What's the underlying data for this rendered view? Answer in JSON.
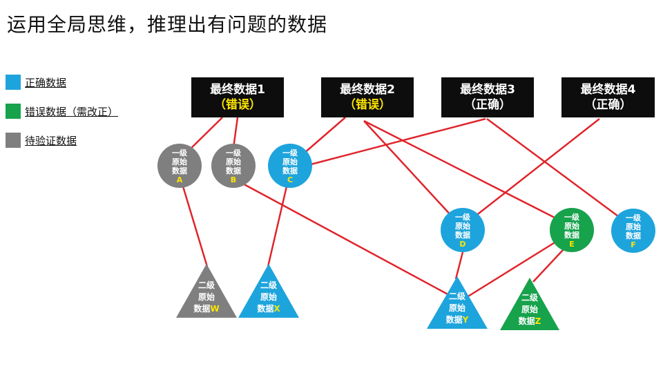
{
  "title": "运用全局思维，推理出有问题的数据",
  "colors": {
    "blue": "#1ea4dc",
    "green": "#17a24c",
    "gray": "#7f7f7f",
    "black": "#0d0d0d",
    "line": "#e0242b",
    "yellow": "#ffe600"
  },
  "legend": [
    {
      "label": "正确数据",
      "color": "#1ea4dc"
    },
    {
      "label": "错误数据（需改正）",
      "color": "#17a24c"
    },
    {
      "label": "待验证数据",
      "color": "#7f7f7f"
    }
  ],
  "final_data": [
    {
      "label": "最终数据1",
      "status": "（错误）",
      "status_color": "#ffe600"
    },
    {
      "label": "最终数据2",
      "status": "（错误）",
      "status_color": "#ffe600"
    },
    {
      "label": "最终数据3",
      "status": "（正确）",
      "status_color": "#ffffff"
    },
    {
      "label": "最终数据4",
      "status": "（正确）",
      "status_color": "#ffffff"
    }
  ],
  "level1": [
    {
      "l1": "一级",
      "l2": "原始",
      "l3": "数据",
      "letter": "A",
      "color": "#7f7f7f"
    },
    {
      "l1": "一级",
      "l2": "原始",
      "l3": "数据",
      "letter": "B",
      "color": "#7f7f7f"
    },
    {
      "l1": "一级",
      "l2": "原始",
      "l3": "数据",
      "letter": "C",
      "color": "#1ea4dc"
    },
    {
      "l1": "一级",
      "l2": "原始",
      "l3": "数据",
      "letter": "D",
      "color": "#1ea4dc"
    },
    {
      "l1": "一级",
      "l2": "原始",
      "l3": "数据",
      "letter": "E",
      "color": "#17a24c"
    },
    {
      "l1": "一级",
      "l2": "原始",
      "l3": "数据",
      "letter": "F",
      "color": "#1ea4dc"
    }
  ],
  "level2": [
    {
      "l1": "二级",
      "l2": "原始",
      "l3": "数据",
      "letter": "W",
      "color": "#7f7f7f"
    },
    {
      "l1": "二级",
      "l2": "原始",
      "l3": "数据",
      "letter": "X",
      "color": "#1ea4dc"
    },
    {
      "l1": "二级",
      "l2": "原始",
      "l3": "数据",
      "letter": "Y",
      "color": "#1ea4dc"
    },
    {
      "l1": "二级",
      "l2": "原始",
      "l3": "数据",
      "letter": "Z",
      "color": "#17a24c"
    }
  ]
}
